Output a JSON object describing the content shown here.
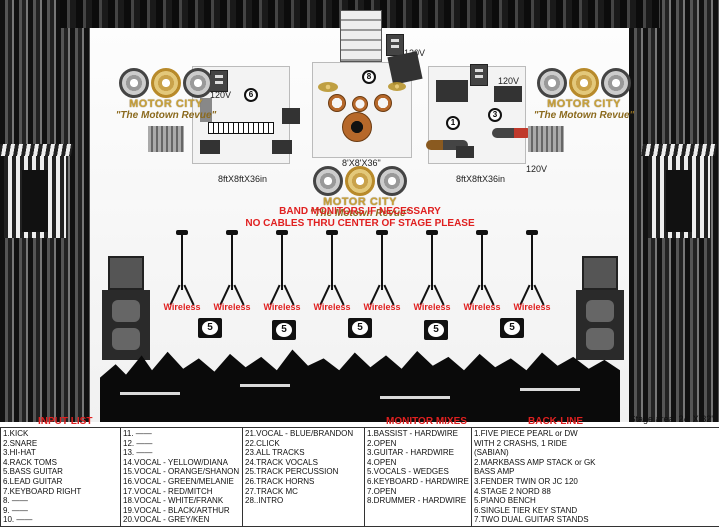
{
  "stage": {
    "logo_line1": "MOTOR CITY",
    "logo_line2": "\"The Motown Revue\"",
    "riser_left_label": "8ftX8ftX36in",
    "riser_center_label": "8'X8'X36\"",
    "riser_right_label": "8ftX8ftX36in",
    "voltage": "120V",
    "note_line1": "BAND MONITORS IF NECESSARY",
    "note_line2": "NO CABLES THRU CENTER OF STAGE PLEASE",
    "wireless_label": "Wireless",
    "wedge_number": "5",
    "position_numbers": [
      "6",
      "8",
      "1",
      "3"
    ],
    "stage_area": "Stage area: 24' X 32'"
  },
  "headers": {
    "input_list": "INPUT LIST",
    "monitor_mixes": "MONITOR MIXES",
    "back_line": "BACK-LINE"
  },
  "input_col1": [
    "1.KICK",
    "2.SNARE",
    "3.HI-HAT",
    "4.RACK TOMS",
    "5.BASS GUITAR",
    "6.LEAD GUITAR",
    "7.KEYBOARD RIGHT",
    "8.   ——",
    "9.   ——",
    "10.   ——"
  ],
  "input_col2": [
    "11.   ——",
    "12.   ——",
    "13.   ——",
    "14.VOCAL - YELLOW/DIANA",
    "15.VOCAL - ORANGE/SHANON",
    "16.VOCAL - GREEN/MELANIE",
    "17.VOCAL - RED/MITCH",
    "18.VOCAL - WHITE/FRANK",
    "19.VOCAL - BLACK/ARTHUR",
    "20.VOCAL - GREY/KEN"
  ],
  "input_col3": [
    "21.VOCAL - BLUE/BRANDON",
    "22.CLICK",
    "23.ALL TRACKS",
    "24.TRACK VOCALS",
    "25.TRACK PERCUSSION",
    "26.TRACK HORNS",
    "27.TRACK MC",
    "28..INTRO"
  ],
  "monitor_mixes": [
    "1.BASSIST - HARDWIRE",
    "2.OPEN",
    "3.GUITAR - HARDWIRE",
    "4.OPEN",
    "5.VOCALS - WEDGES",
    "6.KEYBOARD - HARDWIRE",
    "7.OPEN",
    "8.DRUMMER - HARDWIRE"
  ],
  "back_line": [
    "1.FIVE PIECE PEARL or DW",
    "WITH 2 CRASHS, 1 RIDE",
    "(SABIAN)",
    "2.MARKBASS AMP STACK or GK",
    "BASS AMP",
    "3.FENDER TWIN OR JC 120",
    "4.STAGE 2 NORD 88",
    "5.PIANO BENCH",
    "6.SINGLE TIER KEY STAND",
    "7.TWO DUAL GUITAR STANDS"
  ]
}
